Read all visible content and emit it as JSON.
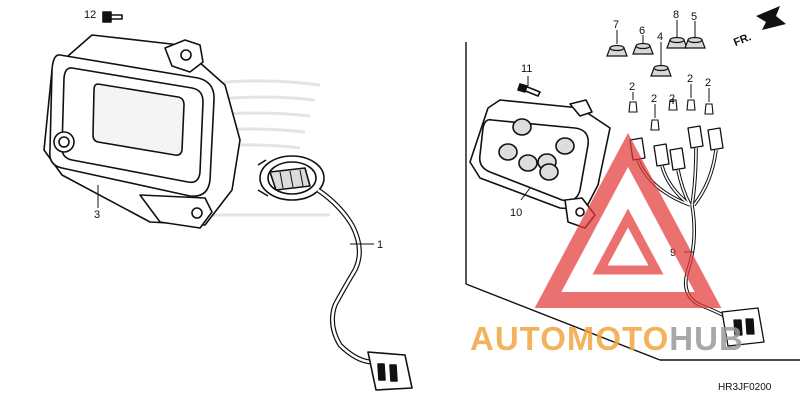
{
  "diagram": {
    "callouts": {
      "c1": "1",
      "c2a": "2",
      "c2b": "2",
      "c2c": "2",
      "c2d": "2",
      "c2e": "2",
      "c3": "3",
      "c4": "4",
      "c5": "5",
      "c6": "6",
      "c7": "7",
      "c8": "8",
      "c9": "9",
      "c10": "10",
      "c11": "11",
      "c12": "12"
    },
    "direction_label": "FR.",
    "part_code": "HR3JF0200"
  },
  "watermark": {
    "part1": "AUTOMOTO",
    "part2": "HUB",
    "color_orange": "#f2a640",
    "color_gray": "#9a9a9a",
    "color_red": "#e43b3b"
  }
}
